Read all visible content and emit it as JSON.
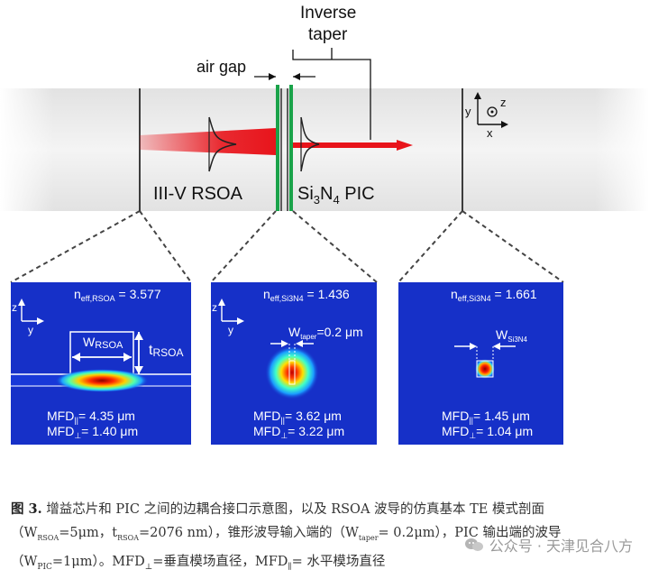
{
  "top": {
    "inverse_taper_label_1": "Inverse",
    "inverse_taper_label_2": "taper",
    "air_gap_label": "air gap",
    "rsoa_label": "III-V RSOA",
    "pic_label": "Si",
    "pic_sub": "3",
    "pic_mid": "N",
    "pic_sub2": "4",
    "pic_tail": " PIC",
    "axis_y": "y",
    "axis_z": "z",
    "axis_x": "x"
  },
  "panels": [
    {
      "neff_prefix": "n",
      "neff_sub": "eff,RSOA",
      "neff_value": " = 3.577",
      "axis_z": "z",
      "axis_y": "y",
      "w_label": "W",
      "w_sub": "RSOA",
      "t_label": "t",
      "t_sub": "RSOA",
      "mfd1_prefix": "MFD",
      "mfd1_sub": "||",
      "mfd1_value": "= 4.35 μm",
      "mfd2_prefix": "MFD",
      "mfd2_sub": "⊥",
      "mfd2_value": "= 1.40 μm"
    },
    {
      "neff_prefix": "n",
      "neff_sub": "eff,Si3N4",
      "neff_value": " = 1.436",
      "axis_z": "z",
      "axis_y": "y",
      "w_label": "W",
      "w_sub": "taper",
      "w_value": "=0.2 μm",
      "mfd1_prefix": "MFD",
      "mfd1_sub": "||",
      "mfd1_value": "= 3.62 μm",
      "mfd2_prefix": "MFD",
      "mfd2_sub": "⊥",
      "mfd2_value": "= 3.22 μm"
    },
    {
      "neff_prefix": "n",
      "neff_sub": "eff,Si3N4",
      "neff_value": " = 1.661",
      "w_label": "W",
      "w_sub": "Si3N4",
      "mfd1_prefix": "MFD",
      "mfd1_sub": "||",
      "mfd1_value": "= 1.45 μm",
      "mfd2_prefix": "MFD",
      "mfd2_sub": "⊥",
      "mfd2_value": "= 1.04 μm"
    }
  ],
  "caption": {
    "fig_label": "图 3.",
    "line1": " 增益芯片和 PIC 之间的边耦合接口示意图，以及 RSOA 波导的仿真基本 TE 模式剖面（W",
    "w_rsoa_sub": "RSOA",
    "line2": "=5μm，t",
    "t_rsoa_sub": "RSOA",
    "line3": "=2076 nm），锥形波导输入端的（W",
    "w_taper_sub": "taper",
    "line4": "= 0.2μm），PIC 输出端的波导（W",
    "w_pic_sub": "PIC",
    "line5": "=1μm）。MFD",
    "perp_sub": "⊥",
    "line6": "=垂直模场直径，MFD",
    "par_sub": "∥",
    "line7": "= 水平模场直径"
  },
  "watermark": {
    "text": "公众号 · 天津见合八方"
  },
  "colors": {
    "field_blue": "#1630c8",
    "beam_red": "#e8141b",
    "gap_green": "#1aa34a",
    "chip_gray": "#e9e9e9"
  }
}
